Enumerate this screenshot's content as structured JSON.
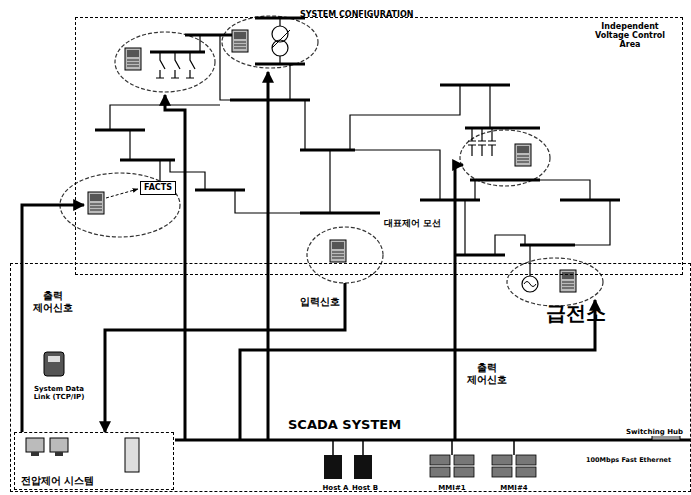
{
  "diagram": {
    "title": "SYSTEM CONFIGURATION",
    "nodes": [
      {
        "text": [
          "Independent Voltage Control Area"
        ]
      },
      {
        "text": [
          "FACTS"
        ],
        "in": 0
      },
      {
        "text": [
          "급전소"
        ]
      },
      {
        "text": [
          "전압제어 시스템"
        ],
        "in": 2
      },
      {
        "text": [
          "Host A"
        ],
        "in": 2
      },
      {
        "text": [
          "Host B"
        ],
        "in": 2
      },
      {
        "text": [
          "MMI#1"
        ],
        "in": 2
      },
      {
        "text": [
          "MMI#4"
        ],
        "in": 2
      }
    ],
    "edges": [
      {
        "from": 3,
        "to": 0,
        "arrow": "to",
        "label": "출력 제어신호"
      },
      {
        "from": 0,
        "to": 3,
        "arrow": "to",
        "label": "입력신호"
      }
    ],
    "labels": [
      "대표제어 모선",
      "System Data Link (TCP/IP)",
      "출력 제어신호",
      "SCADA SYSTEM",
      "100Mbps Fast Ethernet",
      "Switching Hub"
    ]
  }
}
